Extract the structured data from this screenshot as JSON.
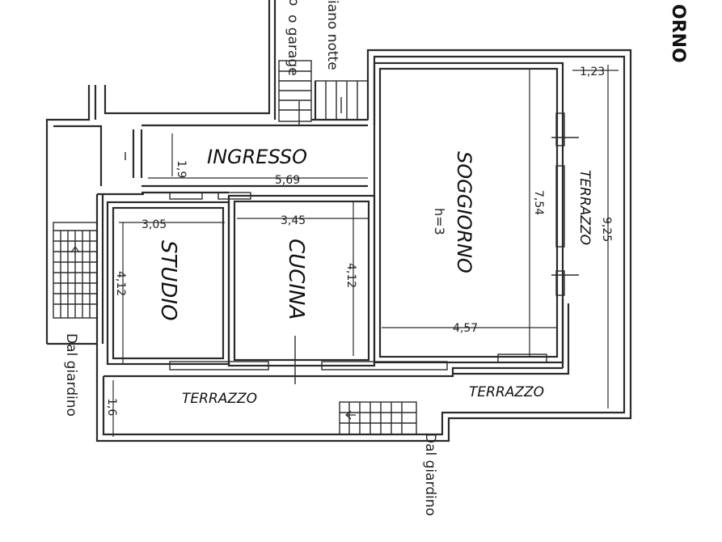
{
  "rooms": {
    "ingresso": "INGRESSO",
    "soggiorno": "SOGGIORNO",
    "soggiorno_height": "h=3",
    "studio": "STUDIO",
    "cucina": "CUCINA",
    "terrazzo_right": "TERRAZZO",
    "terrazzo_bottom_left": "TERRAZZO",
    "terrazzo_bottom_right": "TERRAZZO"
  },
  "labels": {
    "from_garden_left": "Dal giardino",
    "from_garden_bottom": "Dal giardino",
    "garage": "o garage",
    "night_floor": "iano notte",
    "top_left_fragment": "o",
    "corner_title": "ORNO"
  },
  "dimensions": {
    "ingresso_depth": "1,9",
    "ingresso_width": "5,69",
    "studio_width": "3,05",
    "studio_depth": "4,12",
    "cucina_width": "3,45",
    "cucina_depth": "4,12",
    "soggiorno_depth": "7,54",
    "soggiorno_width": "4,57",
    "terrazzo_right_width": "1,23",
    "terrazzo_right_length": "9,25",
    "terrazzo_bottom_depth": "1,6"
  }
}
